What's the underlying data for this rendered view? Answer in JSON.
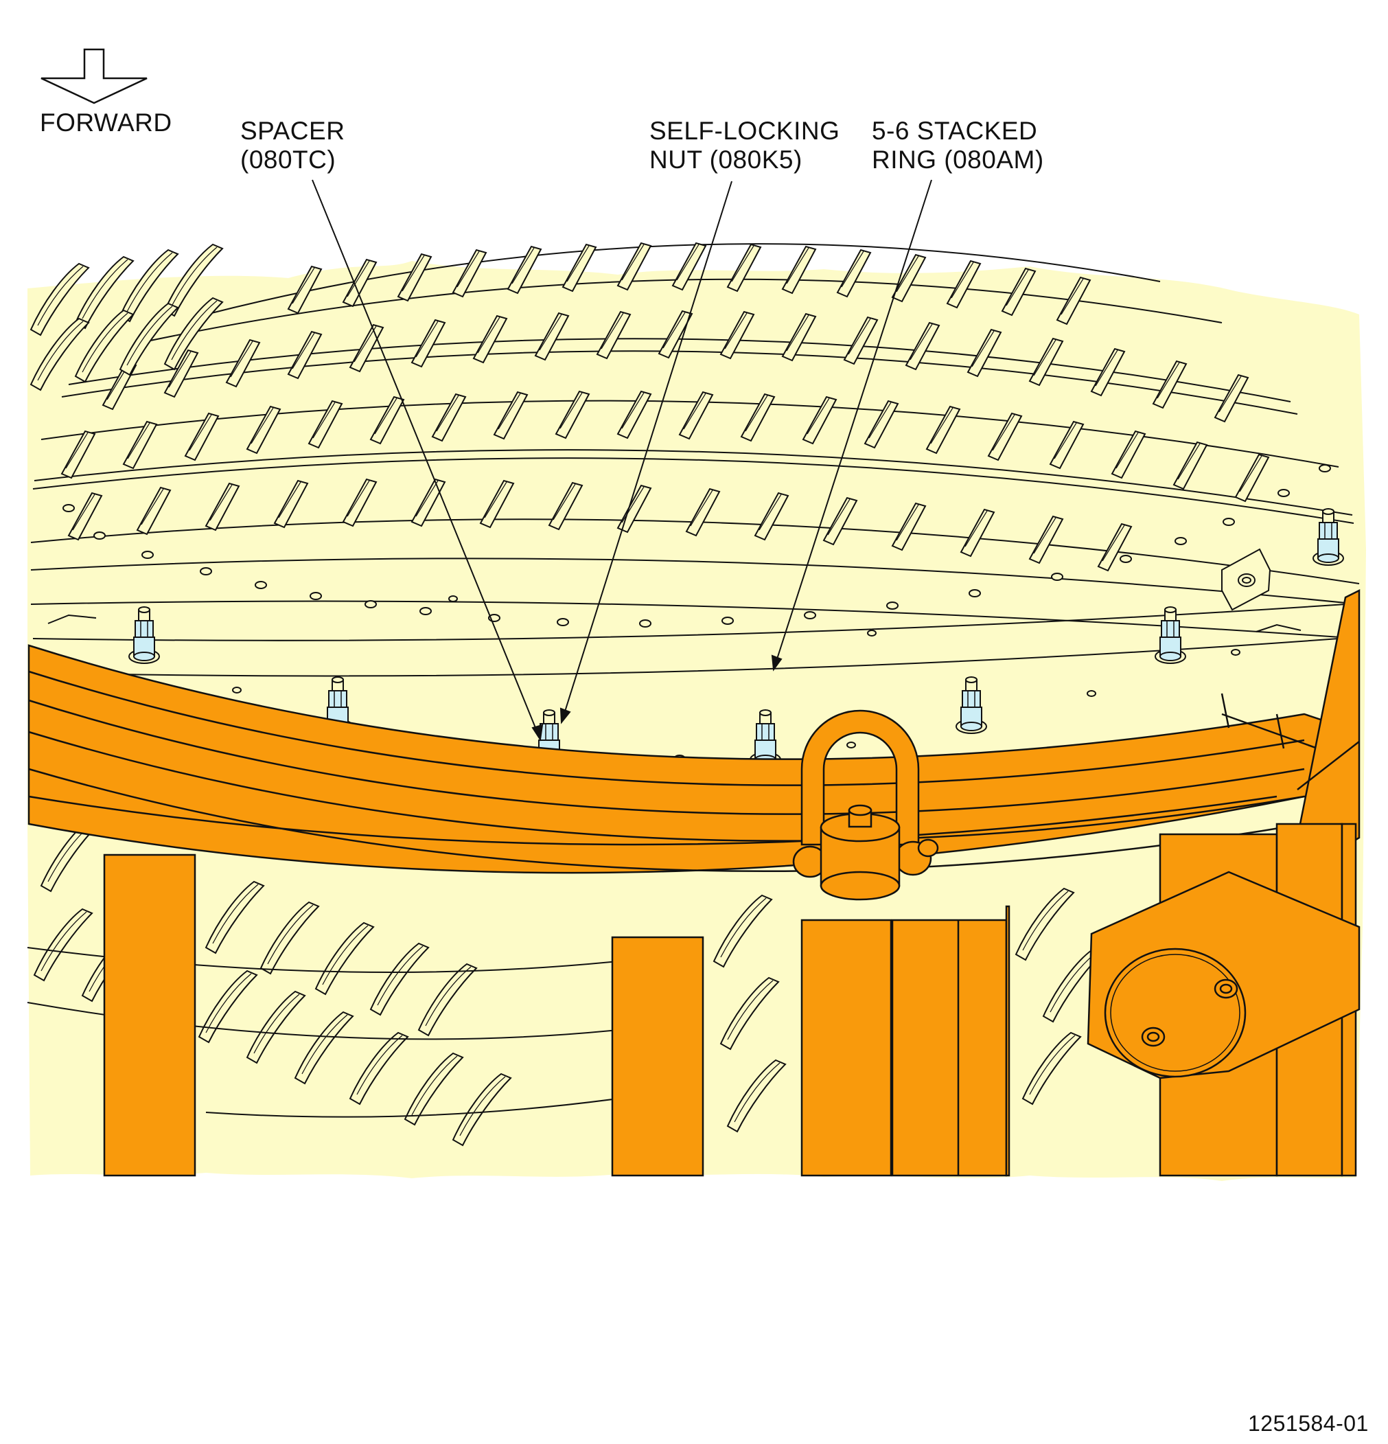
{
  "figure": {
    "direction_label": "FORWARD",
    "figure_number": "1251584-01"
  },
  "callouts": {
    "spacer": {
      "line1": "SPACER",
      "line2": "(080TC)"
    },
    "nut": {
      "line1": "SELF-LOCKING",
      "line2": "NUT (080K5)"
    },
    "ring": {
      "line1": "5-6 STACKED",
      "line2": "RING (080AM)"
    }
  },
  "colors": {
    "engine": "#fdfbc8",
    "fixture": "#f99a0c",
    "highlight": "#cdeef6",
    "ink": "#111111"
  }
}
